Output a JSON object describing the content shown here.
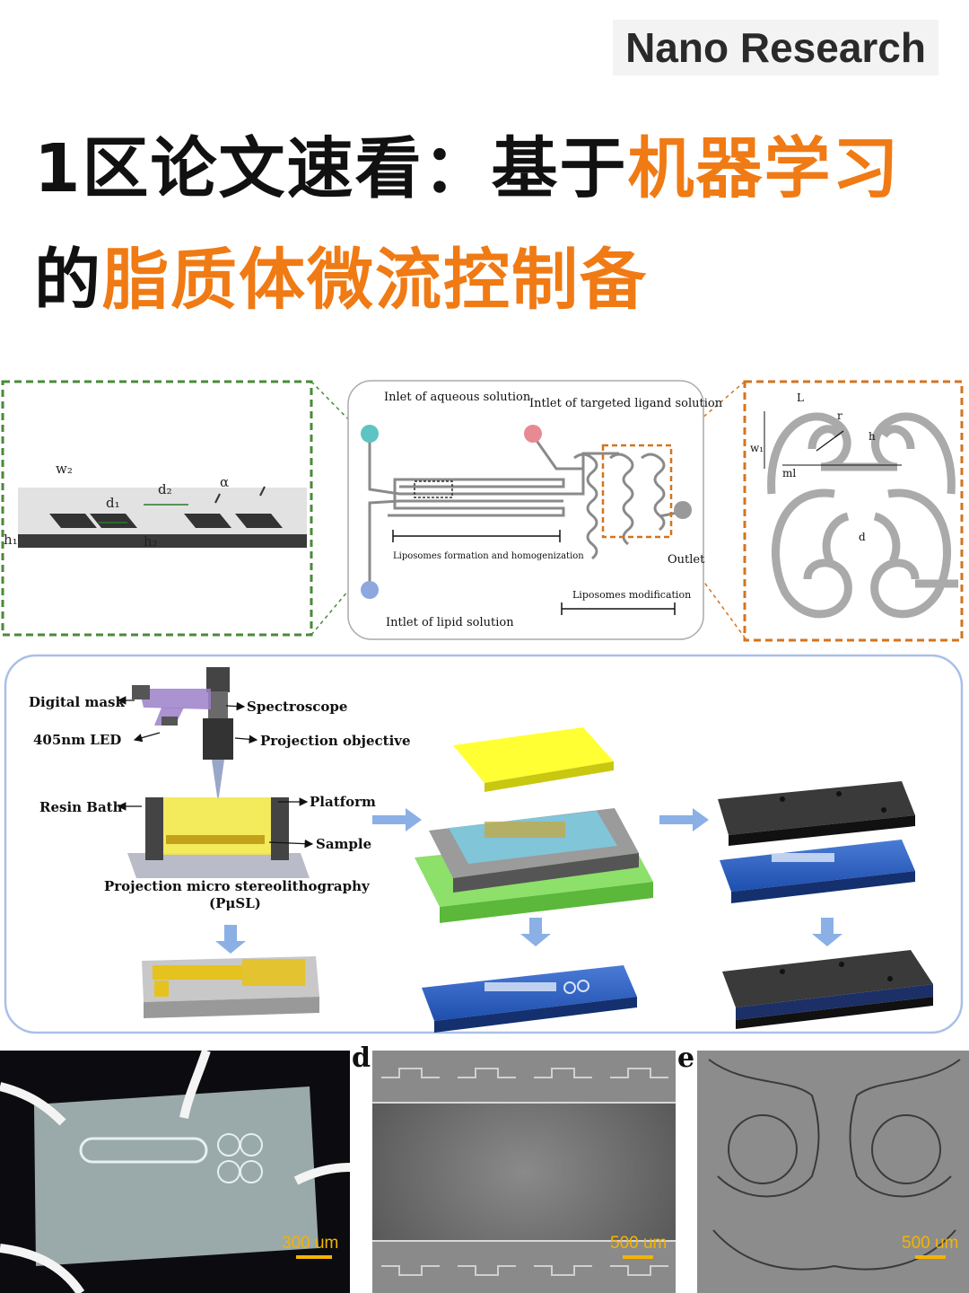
{
  "header": {
    "journal": "Nano Research"
  },
  "title": {
    "line1_prefix": "1区论文速看：基于",
    "line1_highlight": "机器学习",
    "line2_prefix": "的",
    "line2_highlight": "脂质体微流控制备"
  },
  "colors": {
    "accent": "#f07a14",
    "green_frame": "#4a8a3a",
    "orange_frame": "#d3741f",
    "panel_border": "#a9c0e8"
  },
  "panel_a": {
    "left_labels": {
      "w2": "w₂",
      "d1": "d₁",
      "d2": "d₂",
      "alpha": "α",
      "h1": "h₁",
      "h2": "h₂"
    },
    "chip_labels": {
      "inlet_aqueous": "Inlet of aqueous solution",
      "inlet_ligand": "Intlet of targeted ligand solution",
      "formation": "Liposomes formation and homogenization",
      "outlet": "Outlet",
      "modification": "Liposomes modification",
      "inlet_lipid": "Intlet of lipid solution"
    },
    "right_labels": {
      "L": "L",
      "r": "r",
      "h": "h",
      "w1": "w₁",
      "ml": "ml",
      "d": "d"
    }
  },
  "panel_b": {
    "labels": {
      "digital_mask": "Digital mask",
      "led": "405nm LED",
      "spectroscope": "Spectroscope",
      "projection_objective": "Projection objective",
      "resin_bath": "Resin Bath",
      "platform": "Platform",
      "sample": "Sample",
      "method": "Projection micro stereolithography",
      "method_abbr": "(PμSL)"
    }
  },
  "panel_letters": {
    "d": "d",
    "e": "e"
  },
  "scale_bars": {
    "c": "300 um",
    "d": "500 um",
    "e": "500 um"
  }
}
